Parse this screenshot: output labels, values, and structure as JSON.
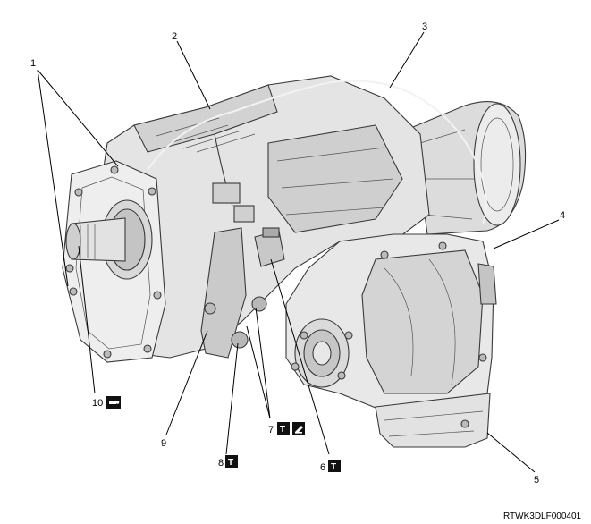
{
  "drawing_id": "RTWK3DLF000401",
  "callouts": [
    {
      "id": "1",
      "label": "1"
    },
    {
      "id": "2",
      "label": "2"
    },
    {
      "id": "3",
      "label": "3"
    },
    {
      "id": "4",
      "label": "4"
    },
    {
      "id": "5",
      "label": "5"
    },
    {
      "id": "6",
      "label": "6"
    },
    {
      "id": "7",
      "label": "7"
    },
    {
      "id": "8",
      "label": "8"
    },
    {
      "id": "9",
      "label": "9"
    },
    {
      "id": "10",
      "label": "10"
    }
  ],
  "icons": {
    "torque": "torque-icon",
    "sealant": "sealant-icon",
    "grease": "grease-icon"
  },
  "colors": {
    "line": "#000000",
    "housing_light": "#ececec",
    "housing_mid": "#d6d6d6",
    "housing_dark": "#b4b4b4",
    "icon_fill": "#111111"
  }
}
